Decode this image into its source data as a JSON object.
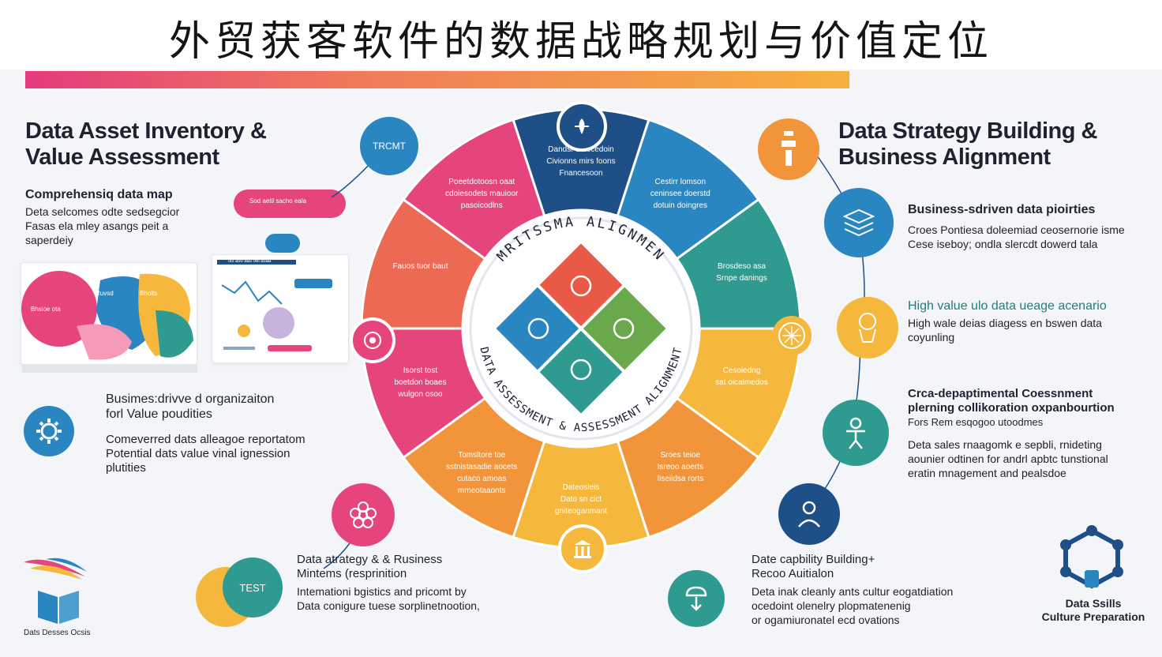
{
  "title": "外贸获客软件的数据战略规划与价值定位",
  "colors": {
    "pink": "#e5457c",
    "coral": "#ec6a54",
    "orange": "#f2943a",
    "yellow": "#f5b73c",
    "teal": "#2f9a8f",
    "green": "#5faa4c",
    "blue": "#2a86c0",
    "navy": "#1e4f86",
    "gradient": [
      "#e43b7d",
      "#f07a5a",
      "#f6b13d"
    ]
  },
  "left_section": {
    "title_line1": "Data Asset Inventory &",
    "title_line2": "Value Assessment",
    "item1_title": "Comprehensiq data map",
    "item1_body_1": "Deta selcomes odte sedsegcior",
    "item1_body_2": "Fasas ela mley asangs peit a",
    "item1_body_3": "saperdeiy",
    "item2_title_1": "Busimes:drivve d organizaiton",
    "item2_title_2": "forl Value poudities",
    "item2_body_1": "Comeverred dats alleagoe reportatom",
    "item2_body_2": "Potential dats value vinal ignession",
    "item2_body_3": "plutities",
    "mini_chart_labels": [
      "Bhsioe ota",
      "Ruvsd",
      "Bhoits"
    ],
    "mini_dash_label": "tlis aso aas oel asaa",
    "bubble_text": "Sod aetil sacho eala"
  },
  "right_section": {
    "title_line1": "Data Strategy Building &",
    "title_line2": "Business Alignment",
    "item1_title": "Business-sdriven data pioirties",
    "item1_body_1": "Croes Pontiesa doleemiad ceosernorie isme",
    "item1_body_2": "Cese iseboy; ondla slercdt dowerd tala",
    "item2_title": "High value ulo data ueage acenario",
    "item2_body_1": "High wale deias diagess en bswen data",
    "item2_body_2": "coyunling",
    "item3_title_1": "Crca-depaptimental Coessnment",
    "item3_title_2": "plerning collikoration oxpanbourtion",
    "item3_title_3": "Fors Rem esqogoo utoodmes",
    "item3_body_1": "Deta sales rnaagomk e sepbli, rnideting",
    "item3_body_2": "aounier odtinen for andrl apbtc tunstional",
    "item3_body_3": "eratin mnagement and pealsdoe"
  },
  "bottom_section": {
    "left_logo_text": "Dats Desses Ocsis",
    "mid_item_title_1": "Data atrategy & & Rusiness",
    "mid_item_title_2": "Mintems (resprinition",
    "mid_item_body_1": "Intemationi bgistics and pricomt by",
    "mid_item_body_2": "Data conigure tuese sorplinetnootion,",
    "test_label": "TEST",
    "right_item_title_1": "Date capbility Building+",
    "right_item_title_2": "Recoo Auitialon",
    "right_item_body_1": "Deta inak cleanly ants cultur eogatdiation",
    "right_item_body_2": "ocedoint olenelry plopmatenenig",
    "right_item_body_3": "or ogamiuronatel ecd ovations",
    "corner_label_1": "Data Ssills",
    "corner_label_2": "Culture Preparation"
  },
  "wheel": {
    "top_bubble_label": "TRCMT",
    "center_ring_top": "MRITSSMA ALIGNMEN",
    "center_ring_bottom": "DATA ASSESSMENT & ASSESSMENT ALIGNMENT",
    "segments": [
      {
        "lines": [
          "Dandsr sntocedoin",
          "Civionns mirs foons",
          "Fnancesoon"
        ]
      },
      {
        "lines": [
          "Cestirr lomson",
          "ceninsee doerstd",
          "dotuin doingres"
        ]
      },
      {
        "lines": [
          "Brosdeso asa",
          "Srnpe danings"
        ]
      },
      {
        "lines": [
          "Cesoiedng",
          "sat oicalmedos"
        ]
      },
      {
        "lines": [
          "Sroes teioe",
          "Isreoo aoerts",
          "Iiseiidsa rorts"
        ]
      },
      {
        "lines": [
          "Dateosieis",
          "Dato sn cict",
          "gniteoganmant"
        ]
      },
      {
        "lines": [
          "Tomsltore toe",
          "sstnistasadie aocets",
          "cutaco amoas",
          "mmeotaaonts"
        ]
      },
      {
        "lines": [
          "Isorst tost",
          "boetdon boaes",
          "wulgon osoo"
        ]
      },
      {
        "lines": [
          "Fauos tuor baut"
        ]
      },
      {
        "lines": [
          "Poeetdotoosn oaat",
          "cdoiesodets mauioor",
          "pasoicodlns"
        ]
      }
    ]
  },
  "icons": {
    "top": "leaf-icon",
    "sun": "sun-icon",
    "left_mid": "target-icon",
    "bottom_left": "flower-icon",
    "bottom": "columns-icon",
    "right_top": "lamp-icon",
    "right_1": "stack-icon",
    "right_2": "bird-icon",
    "right_3": "person-icon",
    "right_4": "shield-user-icon",
    "bottom_right": "cloud-arrow-icon",
    "corner": "hexagon-network-icon",
    "left_gear": "gear-icon"
  }
}
